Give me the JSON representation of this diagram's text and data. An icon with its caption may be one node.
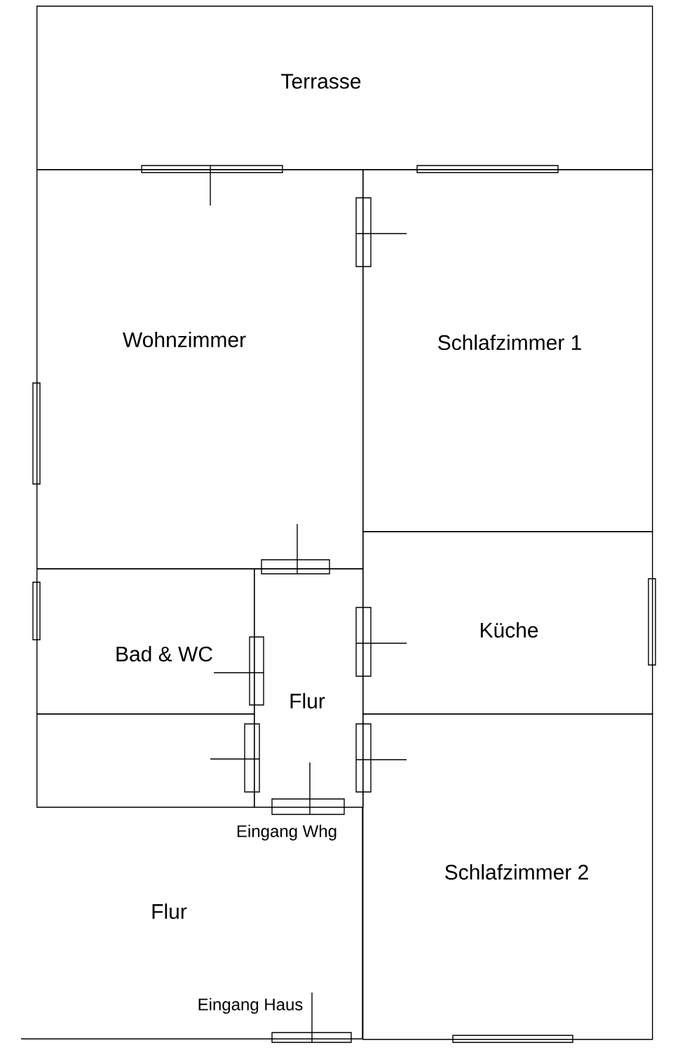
{
  "diagram": {
    "nodes": [
      {
        "text": [
          "Terrasse"
        ]
      },
      {
        "text": [
          "Wohnzimmer"
        ]
      },
      {
        "text": [
          "Schlafzimmer 1"
        ]
      },
      {
        "text": [
          "Bad & WC"
        ]
      },
      {
        "text": [
          "Flur"
        ]
      },
      {
        "text": [
          "Küche"
        ]
      },
      {
        "text": [],
        "shape": "box"
      },
      {
        "text": [
          "Flur"
        ]
      },
      {
        "text": [
          "Schlafzimmer 2"
        ]
      }
    ],
    "labels": [
      "Eingang Whg",
      "Eingang Haus"
    ]
  }
}
